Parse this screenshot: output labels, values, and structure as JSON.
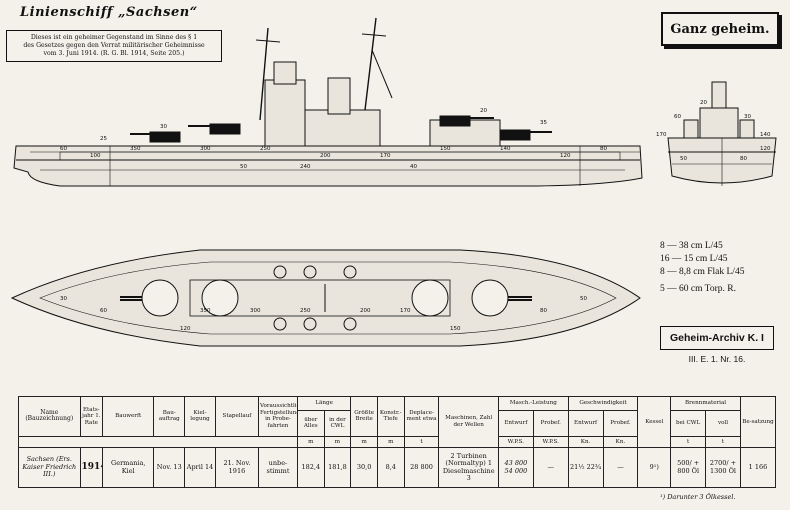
{
  "title": "Linienschiff „Sachsen“",
  "notice": {
    "line1": "Dieses ist ein geheimer Gegenstand im Sinne des § 1",
    "line2": "des Gesetzes gegen den Verrat militärischer Geheimnisse",
    "line3": "vom 3. Juni 1914. (R. G. Bl. 1914, Seite 205.)"
  },
  "secret_label": "Ganz geheim.",
  "armament": [
    "8 — 38 cm L/45",
    "16 — 15 cm L/45",
    "8 — 8,8 cm Flak L/45",
    "5 — 60 cm Torp. R."
  ],
  "archive": {
    "label": "Geheim-Archiv K. I",
    "sub": "III. E. 1.   Nr. 16."
  },
  "table": {
    "headers": {
      "name": "Name (Bauzeichnung)",
      "year": "Etats-jahr 1. Rate",
      "yard": "Bauwerft",
      "order": "Bau-auftrag",
      "keel": "Kiel-legung",
      "launch": "Stapellauf",
      "completion": "Voraussichtliche Fertigstellung in Probe-fahrten",
      "length": "Länge",
      "length_oa": "über Alles",
      "length_cwl": "in der CWL",
      "length_unit": "m",
      "beam": "Größte Breite",
      "beam_unit": "m",
      "draught": "Konstr.-Tiefe",
      "draught_unit": "m",
      "displacement": "Deplace-ment etwa",
      "displacement_unit": "t",
      "machinery": "Maschinen, Zahl der Wellen",
      "power": "Masch.-Leistung",
      "power_design": "Entwurf",
      "power_trial": "Probef.",
      "power_unit": "W.P.S.",
      "speed": "Geschwindigkeit",
      "speed_design": "Entwurf",
      "speed_trial": "Probef.",
      "speed_unit": "Kn.",
      "boilers": "Kessel",
      "fuel": "Brennmaterial",
      "fuel_cwl": "bei CWL",
      "fuel_full": "voll",
      "fuel_unit": "t",
      "crew": "Be-satzung"
    },
    "row": {
      "name": "Sachsen (Ers. Kaiser Friedrich III.)",
      "year": "1914",
      "yard": "Germania, Kiel",
      "order": "Nov. 13",
      "keel": "April 14",
      "launch": "21. Nov. 1916",
      "completion": "unbe-stimmt",
      "length_oa": "182,4",
      "length_cwl": "181,8",
      "beam": "30,0",
      "draught": "8,4",
      "displacement": "28 800",
      "machinery": "2 Turbinen (Normaltyp) 1 Dieselmaschine 3",
      "power_design": "43 800 54 000",
      "power_trial": "—",
      "speed_design": "21½ 22¾",
      "speed_trial": "—",
      "boilers": "9¹)",
      "fuel_cwl": "500/ + 800 Öl",
      "fuel_full": "2700/ + 1300 Öl",
      "crew": "1 166"
    }
  },
  "footnote": "¹) Darunter 3 Ölkessel.",
  "armor_labels": {
    "side": [
      "350",
      "300",
      "250",
      "200",
      "170",
      "150",
      "140",
      "120",
      "100",
      "80",
      "60",
      "50",
      "40",
      "30",
      "20",
      "25",
      "35",
      "240"
    ],
    "section": [
      "170",
      "140",
      "120",
      "60",
      "30",
      "20",
      "50",
      "80"
    ],
    "plan": [
      "350",
      "300",
      "250",
      "200",
      "170",
      "150",
      "120",
      "80",
      "60",
      "50",
      "30"
    ]
  }
}
